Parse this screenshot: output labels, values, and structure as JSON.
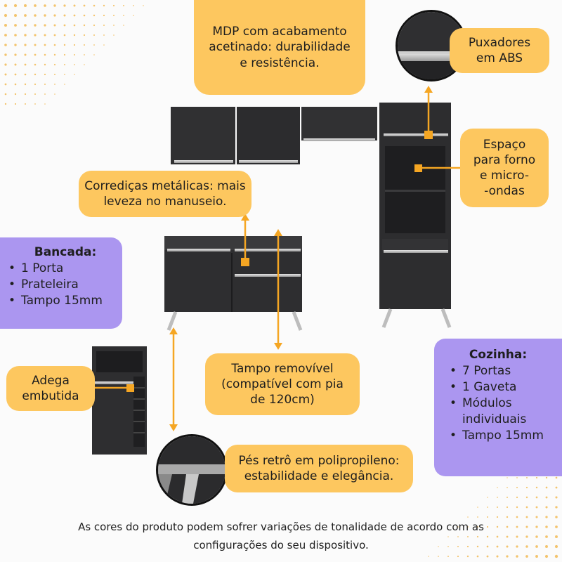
{
  "callouts": {
    "mdp": [
      "MDP com acabamento",
      "acetinado: durabilidade",
      "e resistência."
    ],
    "puxadores": [
      "Puxadores",
      "em ABS"
    ],
    "espaco": [
      "Espaço",
      "para forno",
      "e micro-",
      "-ondas"
    ],
    "corredicas": [
      "Corrediças metálicas: mais",
      "leveza no manuseio."
    ],
    "tampo": [
      "Tampo removível",
      "(compatível com pia",
      "de 120cm)"
    ],
    "adega": [
      "Adega",
      "embutida"
    ],
    "pes": [
      "Pés retrô em polipropileno:",
      "estabilidade e elegância."
    ]
  },
  "bancada": {
    "title": "Bancada:",
    "items": [
      "1 Porta",
      "Prateleira",
      "Tampo 15mm"
    ]
  },
  "cozinha": {
    "title": "Cozinha:",
    "items": [
      "7 Portas",
      "1 Gaveta",
      "Módulos individuais",
      "Tampo 15mm"
    ]
  },
  "bullet": "•",
  "footnote": [
    "As cores do produto podem sofrer variações de tonalidade de acordo com as",
    "configurações do seu dispositivo."
  ],
  "colors": {
    "callout": "#fdc75f",
    "panel": "#ab96f0",
    "furniture": "#2f2f31",
    "handle": "#c8c8c8",
    "arrow": "#f5a623",
    "dots": "#f3c46e"
  }
}
